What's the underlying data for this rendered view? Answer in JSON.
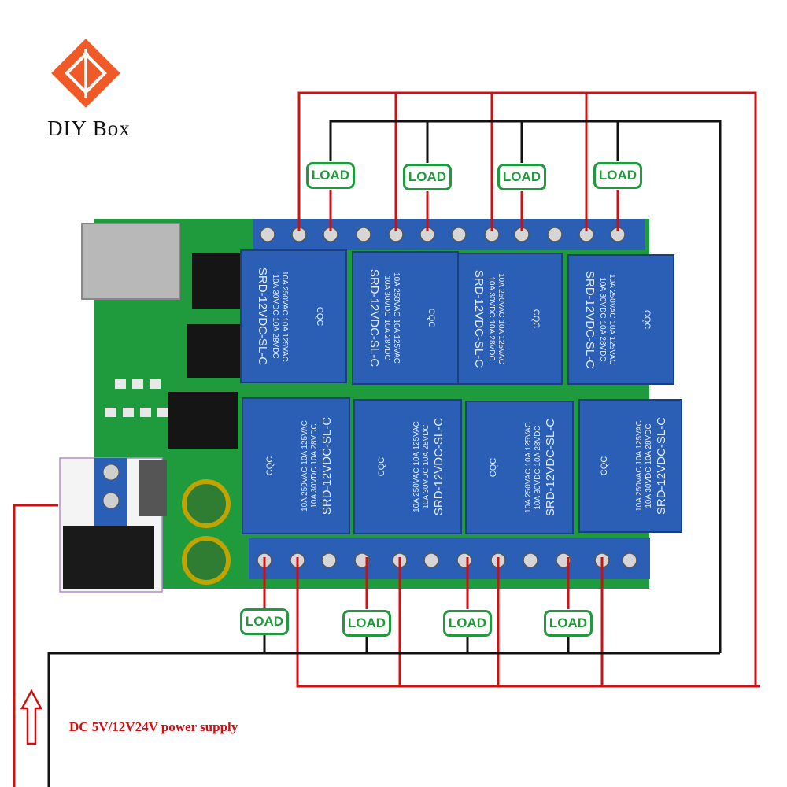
{
  "brand": {
    "name": "DIY Box",
    "accent": "#f05a28"
  },
  "loads": [
    "LOAD",
    "LOAD",
    "LOAD",
    "LOAD",
    "LOAD",
    "LOAD",
    "LOAD",
    "LOAD"
  ],
  "relays": {
    "model": "SRD-12VDC-SL-C",
    "rating_lines": [
      "10A 250VAC 10A 125VAC",
      "10A 30VDC 10A 28VDC"
    ],
    "cert": "CQC",
    "count": 8
  },
  "caption": "DC 5V/12V24V power supply",
  "colors": {
    "wire_red": "#d01010",
    "wire_black": "#111111",
    "load_green": "#1f9a3d",
    "pcb": "#1f9a3d",
    "relay": "#2a5fb5"
  }
}
